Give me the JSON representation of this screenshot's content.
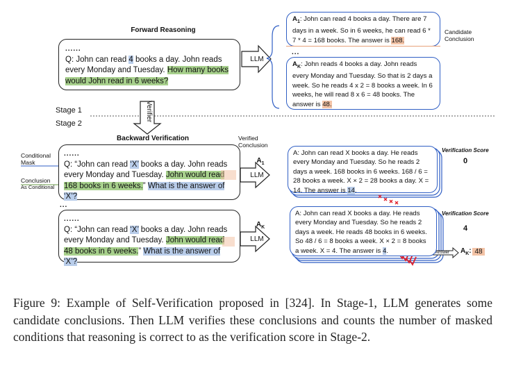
{
  "forward": {
    "title": "Forward Reasoning",
    "dots": "......",
    "q_prefix": "Q: John can read ",
    "q_num": "4",
    "q_mid": " books a day. John reads every Monday and Tuesday. ",
    "q_question": "How many books would John read in 6 weeks?",
    "llm": "LLM"
  },
  "candidates": {
    "label": "Candidate Conclusion",
    "a1_label": "A",
    "a1_sub": "1",
    "a1_text": ": John can read 4 books a day. There are 7 days in a week. So in 6 weeks, he can read 6 * 7 * 4 = 168 books. The answer is ",
    "a1_answer": "168.",
    "dots": "...",
    "ak_label": "A",
    "ak_sub": "K",
    "ak_text": ": John reads 4 books a day. John reads every Monday and Tuesday. So that is 2 days a week. So he reads 4 x 2 = 8 books a week. In 6 weeks, he will read 8 x 6 = 48 books. The answer is ",
    "ak_answer": "48."
  },
  "stages": {
    "stage1": "Stage 1",
    "stage2": "Stage 2",
    "verifier": "Verifier"
  },
  "backward": {
    "title": "Backward Verification",
    "verified_conclusion": "Verified Conclusion",
    "conditional_mask": "Conditional Mask",
    "conclusion_label": "Conclusion",
    "as_conditional": "As Conditional",
    "dots_top": "......",
    "q1_prefix": "Q: “John can read ",
    "q1_x": "‘X’",
    "q1_mid": " books a day. John reads every Monday and Tuesday. ",
    "q1_concl": "John would read 168 books in 6 weeks.",
    "q1_end": "” ",
    "q1_question": "What is the answer of ‘X’?",
    "between_dots": "...",
    "dots_bottom": "......",
    "q2_prefix": "Q: “John can read ",
    "q2_x": "‘X’",
    "q2_mid": " books a day. John reads every Monday and Tuesday. ",
    "q2_concl": "John would read 48 books in 6 weeks.",
    "q2_end": "” ",
    "q2_question": "What is the answer of ‘X’?",
    "a1_label": "A",
    "a1_sub": "1",
    "ak_label": "A",
    "ak_sub": "K",
    "llm": "LLM"
  },
  "verify_answers": {
    "top_text": "A: John can read X books a day. He reads every Monday and Tuesday. So he reads 2 days a week. 168 books in 6 weeks. 168 / 6 = 28 books a week. X × 2 = 28 books a day. X = 14. The answer is ",
    "top_answer": "14",
    "top_end": ".",
    "bottom_text": "A: John can read X books a day. He reads every Monday and Tuesday. So he reads 2 days a week. He reads 48 books in 6 weeks. So 48 / 6 = 8 books a week. X × 2 = 8 books a week. X = 4. The answer is ",
    "bottom_answer": "4",
    "bottom_end": ".",
    "score_title": "Verification Score",
    "score_top": "0",
    "score_bottom": "4",
    "answer_tag": "Answer",
    "final_label": "A",
    "final_sub": "K",
    "final_colon": ":",
    "final_value": "48"
  },
  "caption": "Figure 9: Example of Self-Verification proposed in [324]. In Stage-1, LLM generates some candidate conclusions. Then LLM verifies these conclusions and counts the number of masked conditions that reasoning is correct to as the verification score in Stage-2.",
  "colors": {
    "blue_border": "#2f5ec4",
    "orange_border": "#e8a27a",
    "highlight_blue": "#b9cdea",
    "highlight_green": "#a7d08c",
    "highlight_orange": "#f3c3a6",
    "cross_red": "#e0202a"
  }
}
